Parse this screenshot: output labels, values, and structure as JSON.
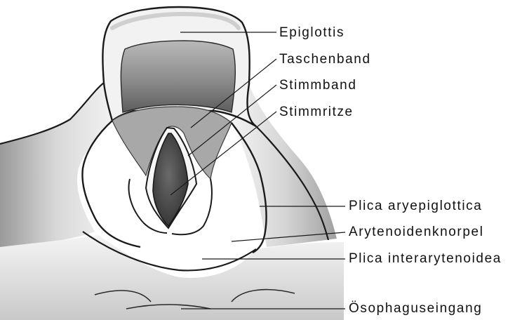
{
  "diagram": {
    "labels": {
      "epiglottis": "Epiglottis",
      "taschenband": "Taschenband",
      "stimmband": "Stimmband",
      "stimmritze": "Stimmritze",
      "plica_aryepiglottica": "Plica aryepiglottica",
      "arytenoidenknorpel": "Arytenoidenknorpel",
      "plica_interarytenoidea": "Plica interarytenoidea",
      "oesophaguseingang": "Ösophaguseingang"
    },
    "colors": {
      "outline": "#1a1a1a",
      "glottis_fill": "#4a4a4a",
      "epiglottis_inner": "#8a8a8a",
      "light_tissue": "#eeeeee",
      "shadow": "#b8b8b8"
    }
  }
}
